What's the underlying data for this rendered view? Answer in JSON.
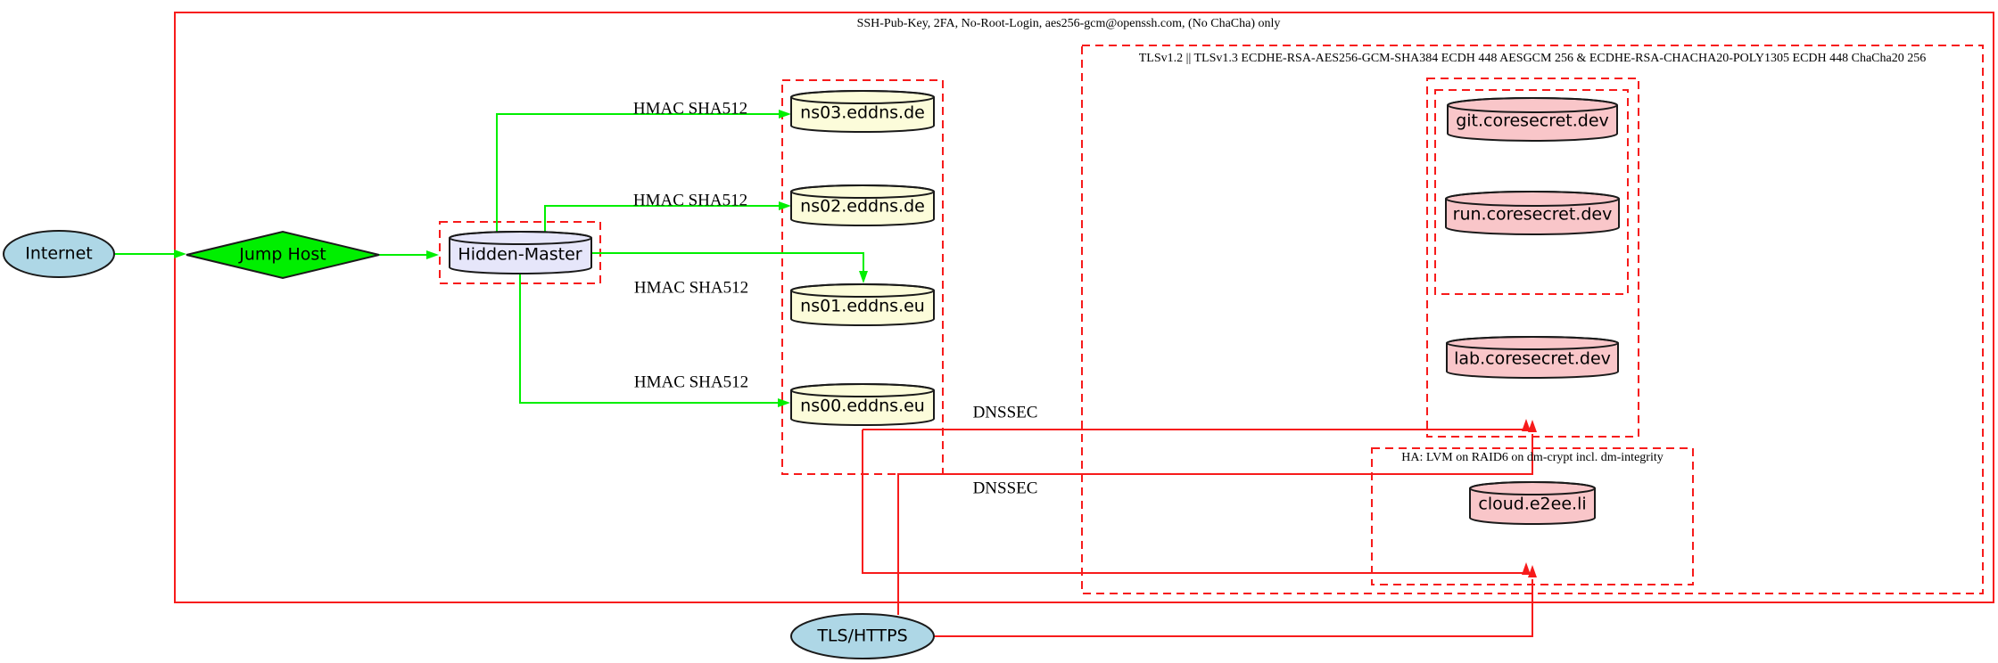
{
  "clusters": {
    "ssh": {
      "label": "SSH-Pub-Key, 2FA, No-Root-Login, aes256-gcm@openssh.com, (No ChaCha) only"
    },
    "tls": {
      "label": "TLSv1.2 || TLSv1.3 ECDHE-RSA-AES256-GCM-SHA384 ECDH 448 AESGCM 256 & ECDHE-RSA-CHACHA20-POLY1305 ECDH 448 ChaCha20 256"
    },
    "ha": {
      "label": "HA: LVM on RAID6 on dm-crypt incl. dm-integrity"
    }
  },
  "nodes": {
    "internet": {
      "label": "Internet",
      "shape": "ellipse"
    },
    "jump_host": {
      "label": "Jump Host",
      "shape": "diamond"
    },
    "hidden_master": {
      "label": "Hidden-Master",
      "shape": "cylinder"
    },
    "ns03": {
      "label": "ns03.eddns.de",
      "shape": "cylinder"
    },
    "ns02": {
      "label": "ns02.eddns.de",
      "shape": "cylinder"
    },
    "ns01": {
      "label": "ns01.eddns.eu",
      "shape": "cylinder"
    },
    "ns00": {
      "label": "ns00.eddns.eu",
      "shape": "cylinder"
    },
    "git": {
      "label": "git.coresecret.dev",
      "shape": "cylinder"
    },
    "run": {
      "label": "run.coresecret.dev",
      "shape": "cylinder"
    },
    "lab": {
      "label": "lab.coresecret.dev",
      "shape": "cylinder"
    },
    "cloud": {
      "label": "cloud.e2ee.li",
      "shape": "cylinder"
    },
    "tls_https": {
      "label": "TLS/HTTPS",
      "shape": "ellipse"
    }
  },
  "edge_labels": {
    "hmac_ns03": "HMAC SHA512",
    "hmac_ns02": "HMAC SHA512",
    "hmac_ns01": "HMAC SHA512",
    "hmac_ns00": "HMAC SHA512",
    "dnssec_1": "DNSSEC",
    "dnssec_2": "DNSSEC"
  },
  "colors": {
    "red": "#f71b1b",
    "green": "#00ef00",
    "node_blue": "#aed7e6",
    "node_green": "#00ef00",
    "node_lavender": "#e6e6fa",
    "node_yellow": "#fcfcda",
    "node_pink": "#f9c6c9",
    "stroke_black": "#1a1a1a"
  }
}
